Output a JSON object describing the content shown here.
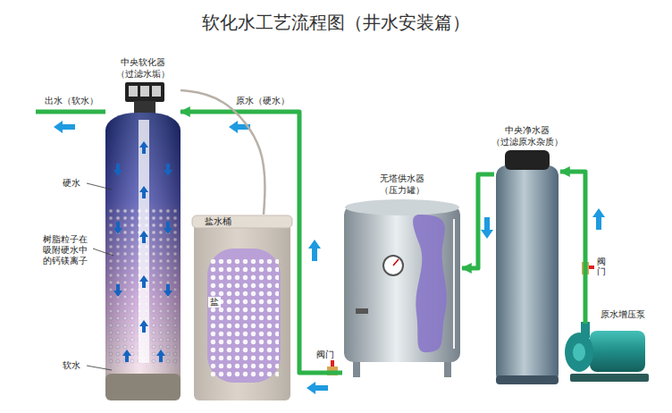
{
  "diagram": {
    "title": "软化水工艺流程图（井水安装篇）",
    "nodes": [
      {
        "text": [
          "中央软化器",
          "（过滤水垢）"
        ]
      },
      {
        "text": [
          "盐水桶",
          "盐"
        ]
      },
      {
        "text": [
          "无塔供水器",
          "（压力罐）"
        ]
      },
      {
        "text": [
          "中央净水器",
          "（过滤原水杂质）"
        ]
      },
      {
        "text": [
          "原水增压泵"
        ]
      }
    ],
    "edges": [
      {
        "from": 4,
        "to": 3,
        "arrow": "to"
      },
      {
        "from": 3,
        "to": 2,
        "arrow": "to"
      },
      {
        "from": 2,
        "to": 0,
        "label": "原水（硬水）",
        "arrow": "to"
      },
      {
        "from": 0,
        "to": 1,
        "arrow": "none"
      }
    ],
    "labels": [
      "出水（软水）",
      "硬水",
      "树脂粒子在吸附硬水中的钙镁离子",
      "软水",
      "阀门",
      "阀门"
    ]
  }
}
